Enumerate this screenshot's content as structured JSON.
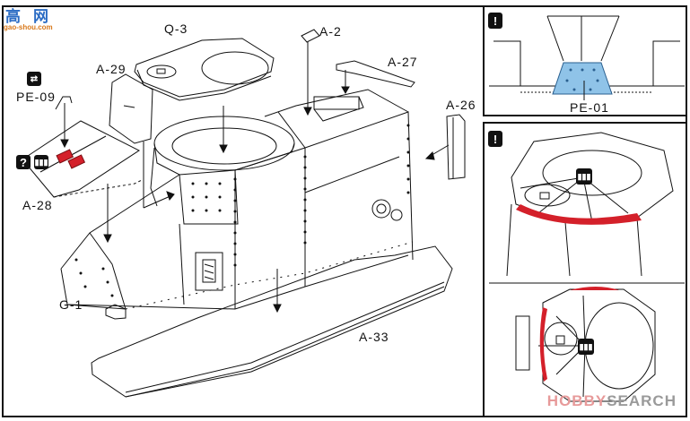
{
  "site_logo": {
    "chinese_text": "高网",
    "url_text": "gao-shou.com"
  },
  "main_diagram": {
    "parts": [
      {
        "id": "q3",
        "label": "Q-3"
      },
      {
        "id": "a2",
        "label": "A-2"
      },
      {
        "id": "a27",
        "label": "A-27"
      },
      {
        "id": "a29",
        "label": "A-29"
      },
      {
        "id": "pe09",
        "label": "PE-09"
      },
      {
        "id": "a26",
        "label": "A-26"
      },
      {
        "id": "a28",
        "label": "A-28"
      },
      {
        "id": "g1",
        "label": "G-1"
      },
      {
        "id": "a33",
        "label": "A-33"
      }
    ],
    "icons": {
      "question": "?",
      "caution": "!"
    },
    "highlight_colors": {
      "red_part": "#d4202a",
      "photo_etch": "#8fc3e8"
    }
  },
  "detail_panels": [
    {
      "id": "top",
      "icon": "!",
      "part_label": "PE-01"
    },
    {
      "id": "middle",
      "icon": "!"
    },
    {
      "id": "bottom"
    }
  ],
  "watermark": {
    "brand_a": "HOBBY",
    "brand_b": "SEARCH"
  }
}
